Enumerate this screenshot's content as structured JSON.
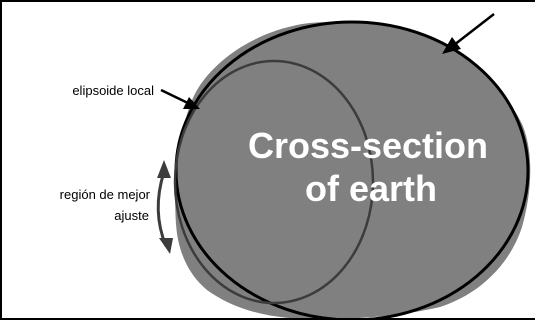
{
  "diagram": {
    "labels": {
      "local_ellipsoid": "elipsoide local",
      "best_fit_line1": "región de mejor",
      "best_fit_line2": "ajuste",
      "cross_section_line1": "Cross-section",
      "cross_section_line2": "of earth"
    },
    "colors": {
      "earth_fill": "#808080",
      "outline": "#000000",
      "inner_ellipse": "#3c3c3c",
      "background": "#ffffff",
      "cross_section_text": "#ffffff"
    },
    "icons": [
      "arrow-icon",
      "double-arrow-icon"
    ]
  }
}
